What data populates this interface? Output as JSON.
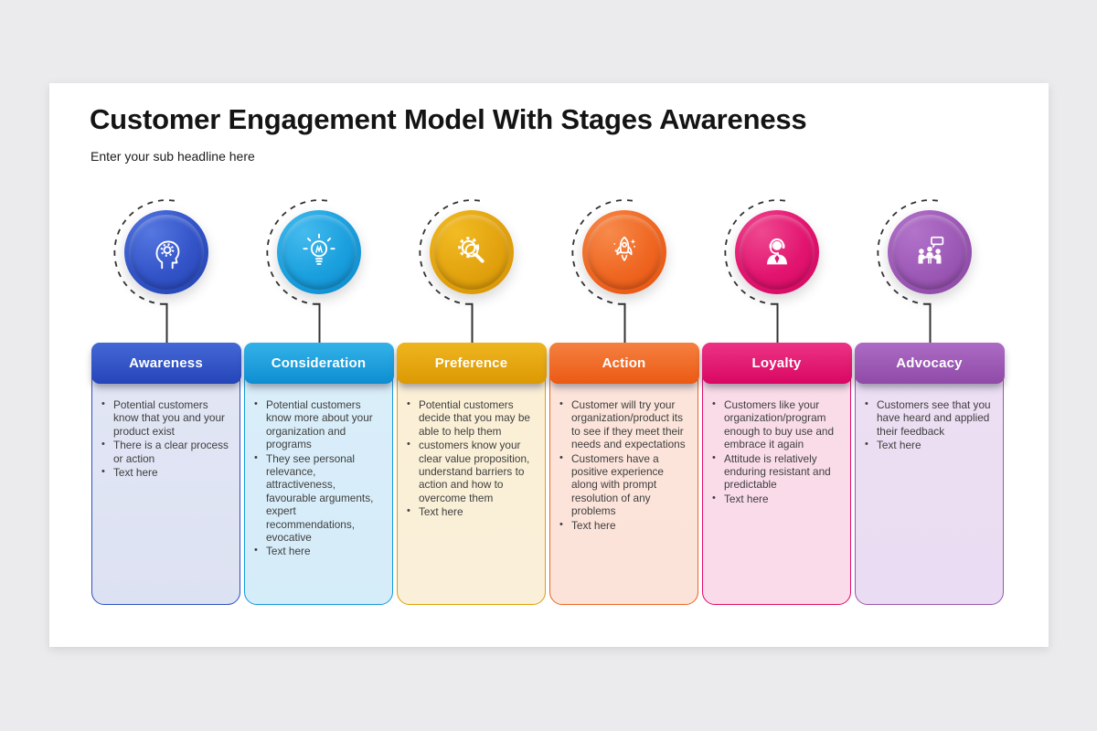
{
  "page": {
    "background": "#ebebed",
    "slide_background": "#ffffff"
  },
  "header": {
    "title": "Customer Engagement Model With Stages Awareness",
    "subtitle": "Enter your sub headline here"
  },
  "connector_color": "#333333",
  "stages": [
    {
      "label": "Awareness",
      "icon": "mind-gear-icon",
      "colors": {
        "head_light": "#4568d6",
        "head_dark": "#2545b8",
        "border": "#2e4fc3",
        "body_top": "#e2e6f5",
        "body_bottom": "#dde2f2",
        "circle_light": "#5577e0",
        "circle_mid": "#3354c8",
        "circle_dark": "#2140ae"
      },
      "bullets": [
        "Potential customers know that you and your product exist",
        "There is a clear process or action",
        "Text here"
      ]
    },
    {
      "label": "Consideration",
      "icon": "lightbulb-icon",
      "colors": {
        "head_light": "#33b2e9",
        "head_dark": "#0e8ed1",
        "border": "#149ad9",
        "body_top": "#daeef9",
        "body_bottom": "#d5ecf9",
        "circle_light": "#45bbee",
        "circle_mid": "#1ba0de",
        "circle_dark": "#0b85c8"
      },
      "bullets": [
        "Potential customers know more about your organization and programs",
        "They see personal relevance, attractiveness, favourable arguments, expert recommendations, evocative",
        "Text here"
      ]
    },
    {
      "label": "Preference",
      "icon": "gear-magnifier-icon",
      "colors": {
        "head_light": "#eeb51f",
        "head_dark": "#dc9903",
        "border": "#df9e08",
        "body_top": "#fbf0d6",
        "body_bottom": "#faefd8",
        "circle_light": "#f2bb24",
        "circle_mid": "#e2a30f",
        "circle_dark": "#d59202"
      },
      "bullets": [
        "Potential customers decide that you may be able to help them",
        "customers know your clear value proposition, understand barriers to action and how to overcome them",
        "Text here"
      ]
    },
    {
      "label": "Action",
      "icon": "rocket-icon",
      "colors": {
        "head_light": "#f58040",
        "head_dark": "#eb5a14",
        "border": "#ee6520",
        "body_top": "#fce4da",
        "body_bottom": "#fbe3da",
        "circle_light": "#f78a4b",
        "circle_mid": "#ef6722",
        "circle_dark": "#e5500d"
      },
      "bullets": [
        "Customer will try your organization/product its to see if they meet their needs and expectations",
        "Customers have a positive experience along with prompt resolution of any problems",
        "Text here"
      ]
    },
    {
      "label": "Loyalty",
      "icon": "support-agent-icon",
      "colors": {
        "head_light": "#ec3384",
        "head_dark": "#d90763",
        "border": "#de0b68",
        "body_top": "#fadce9",
        "body_bottom": "#f9dbe9",
        "circle_light": "#ef4890",
        "circle_mid": "#e21570",
        "circle_dark": "#d1045e"
      },
      "bullets": [
        "Customers like your organization/program enough to buy use and embrace it again",
        "Attitude is relatively enduring resistant and predictable",
        "Text here"
      ]
    },
    {
      "label": "Advocacy",
      "icon": "meeting-icon",
      "colors": {
        "head_light": "#ac6bc4",
        "head_dark": "#8f4ba7",
        "border": "#9a55b1",
        "body_top": "#ecdff3",
        "body_bottom": "#eadcf2",
        "circle_light": "#b273ca",
        "circle_mid": "#9d59b6",
        "circle_dark": "#87439f"
      },
      "bullets": [
        "Customers see that you have heard and applied their feedback",
        "Text here"
      ]
    }
  ]
}
